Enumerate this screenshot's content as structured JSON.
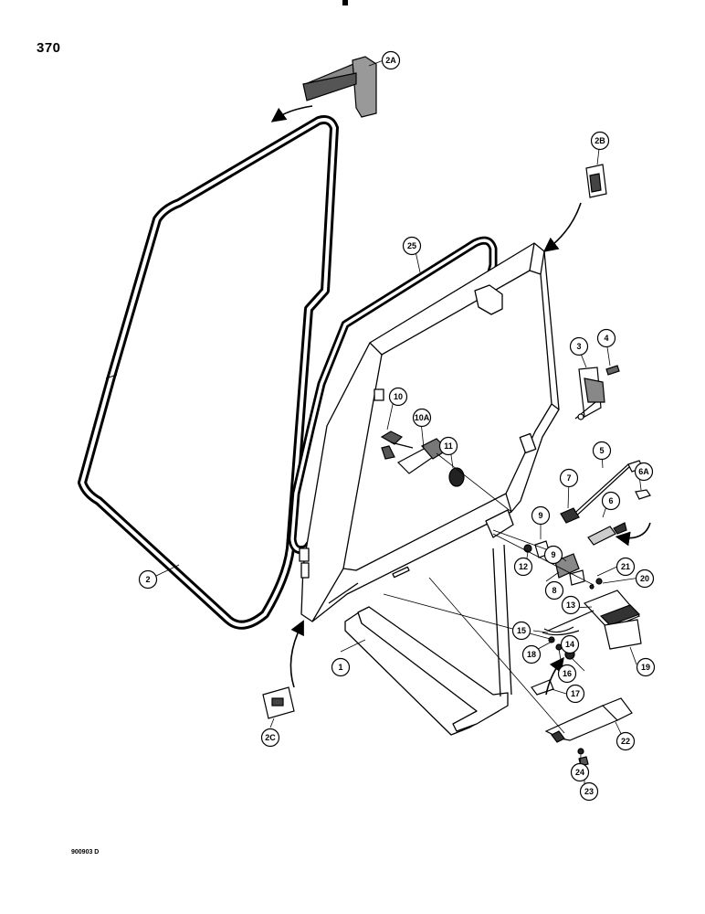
{
  "page_number": "370",
  "figure_code": "900903 D",
  "callouts": [
    "1",
    "2",
    "2A",
    "2B",
    "2C",
    "3",
    "4",
    "5",
    "6",
    "6A",
    "7",
    "8",
    "9",
    "9",
    "10",
    "10A",
    "11",
    "12",
    "13",
    "14",
    "15",
    "16",
    "17",
    "18",
    "19",
    "20",
    "21",
    "22",
    "23",
    "24",
    "25"
  ]
}
